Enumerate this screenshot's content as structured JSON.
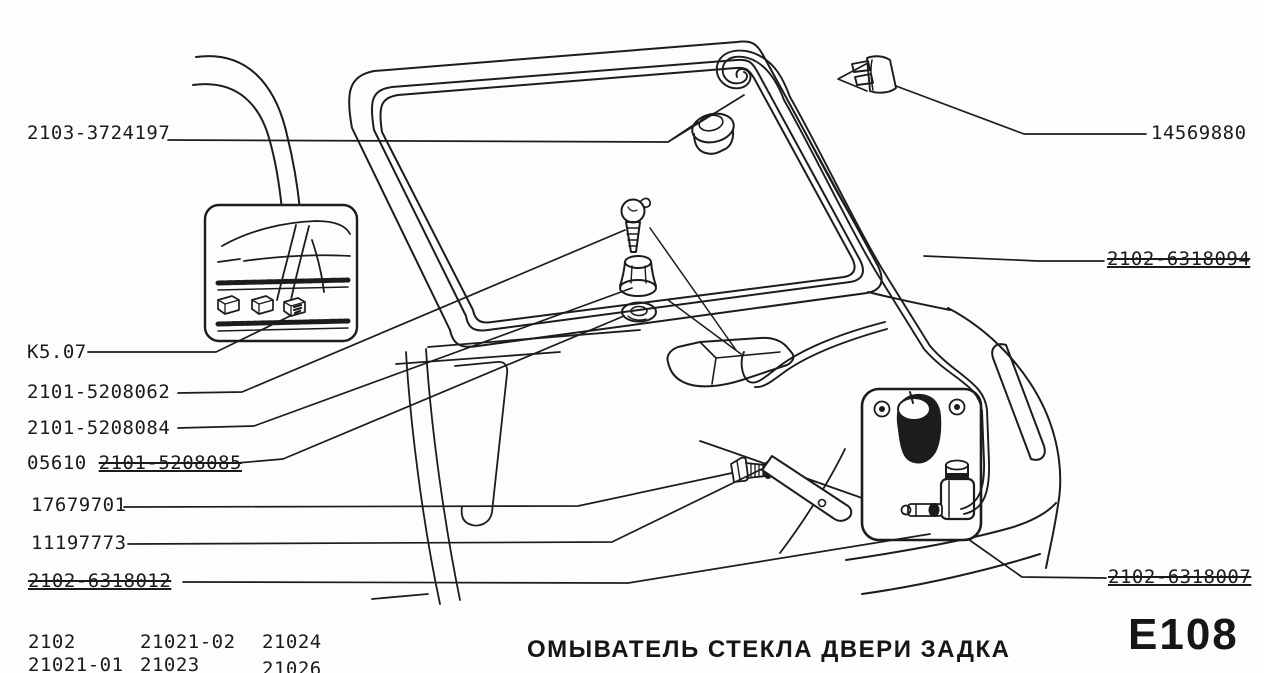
{
  "figure": {
    "title": "ОМЫВАТЕЛЬ СТЕКЛА ДВЕРИ ЗАДКА",
    "page_code": "E108"
  },
  "callouts": {
    "grommet": {
      "text": "2103-3724197"
    },
    "switch": {
      "text": "K5.07"
    },
    "jet": {
      "text": "2101-5208062"
    },
    "bushing": {
      "text": "2101-5208084"
    },
    "washer": {
      "prefix": "05610",
      "text": "2101-5208085"
    },
    "screw": {
      "text": "17679701"
    },
    "bracket": {
      "text": "11197773"
    },
    "hose_lower": {
      "text": "2102-6318012"
    },
    "plug": {
      "text": "14569880"
    },
    "hose_main": {
      "text": "2102-6318094"
    },
    "reservoir": {
      "text": "2102-6318007"
    }
  },
  "applicability": {
    "models": [
      [
        "2102",
        "21021-02",
        "21024"
      ],
      [
        "21021-01",
        "21023",
        "21026"
      ]
    ]
  }
}
